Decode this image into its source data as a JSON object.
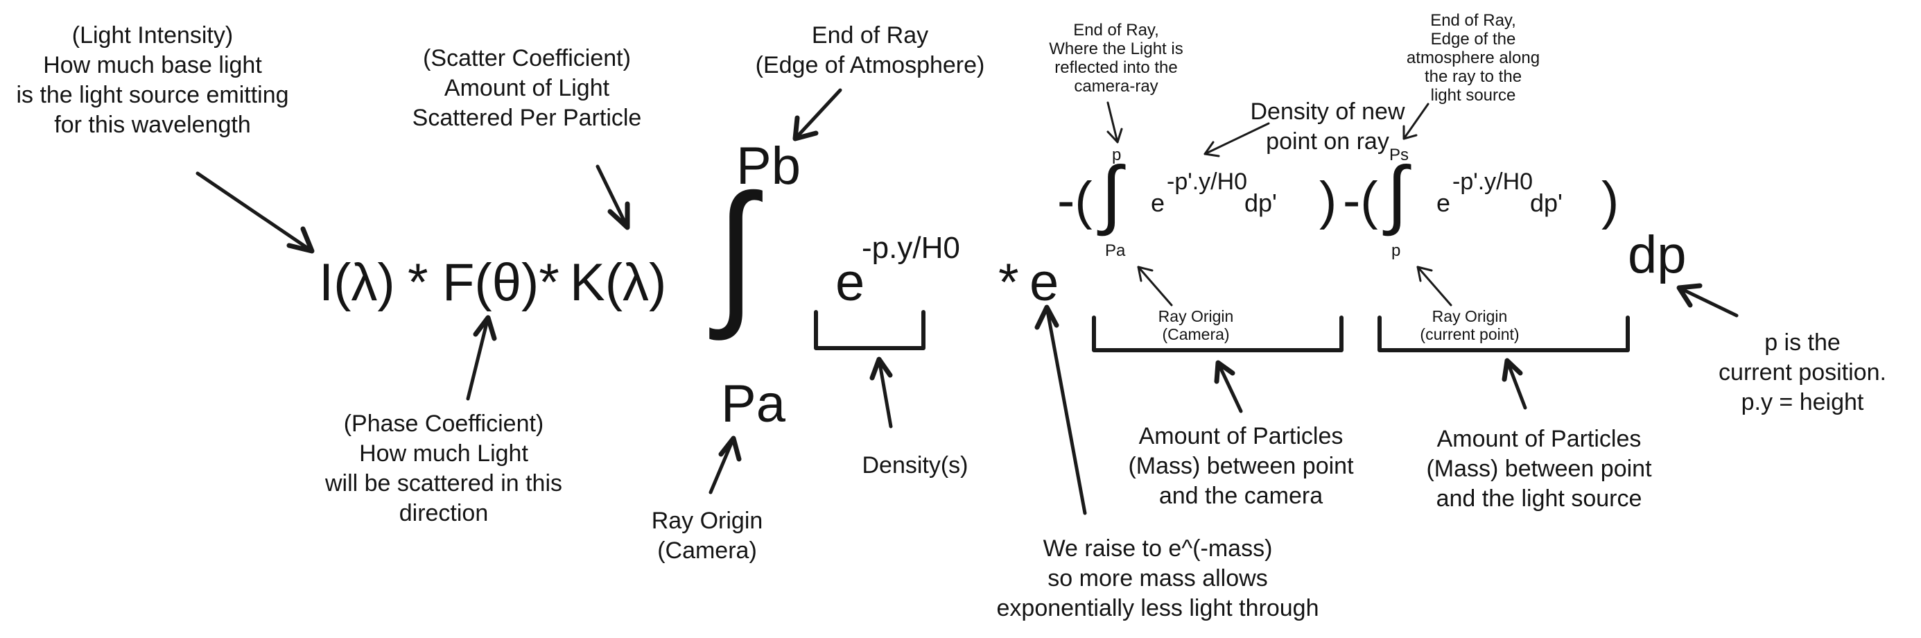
{
  "colors": {
    "ink": "#141414",
    "background": "#ffffff"
  },
  "equation": {
    "I": "I(λ)",
    "times1": "*",
    "F": "F(θ)*",
    "K": "K(λ)",
    "integral": "∫",
    "upper": "Pb",
    "lower": "Pa",
    "exp_base": "e",
    "exp_power": "-p.y/H0",
    "times2": "*",
    "e2": "e",
    "neg_open_1": "-(",
    "inner1_upper": "p",
    "inner1_lower": "Pa",
    "inner1_base": "e",
    "inner1_power": "-p'.y/H0",
    "inner1_dp": "dp'",
    "close_1": ")",
    "neg_open_2": "-(",
    "inner2_upper": "Ps",
    "inner2_lower": "p",
    "inner2_base": "e",
    "inner2_power": "-p'.y/H0",
    "inner2_dp": "dp'",
    "close_2": ")",
    "dp": "dp"
  },
  "annotations": {
    "light_intensity": "(Light Intensity)\nHow much base light\nis the light source emitting\nfor this wavelength",
    "scatter_coefficient": "(Scatter Coefficient)\nAmount of Light\nScattered Per Particle",
    "phase_coefficient": "(Phase Coefficient)\nHow much Light\nwill be scattered in this\ndirection",
    "end_of_ray": "End of Ray\n(Edge of Atmosphere)",
    "ray_origin": "Ray Origin\n(Camera)",
    "density": "Density(s)",
    "raise_to_e": "We raise to e^(-mass)\nso more mass allows\nexponentially less light through",
    "end_of_ray_camera": "End of Ray,\nWhere the Light is\nreflected into the\ncamera-ray",
    "density_new_point": "Density of new\npoint on ray",
    "end_of_ray_light": "End of Ray,\nEdge of the\natmosphere along\nthe ray to the\nlight source",
    "ray_origin_camera_small": "Ray Origin\n(Camera)",
    "ray_origin_current_small": "Ray Origin\n(current point)",
    "mass_camera": "Amount of Particles\n(Mass) between point\nand the camera",
    "mass_light": "Amount of Particles\n(Mass) between point\nand the light source",
    "position_note": "p is the\ncurrent position.\np.y = height"
  }
}
